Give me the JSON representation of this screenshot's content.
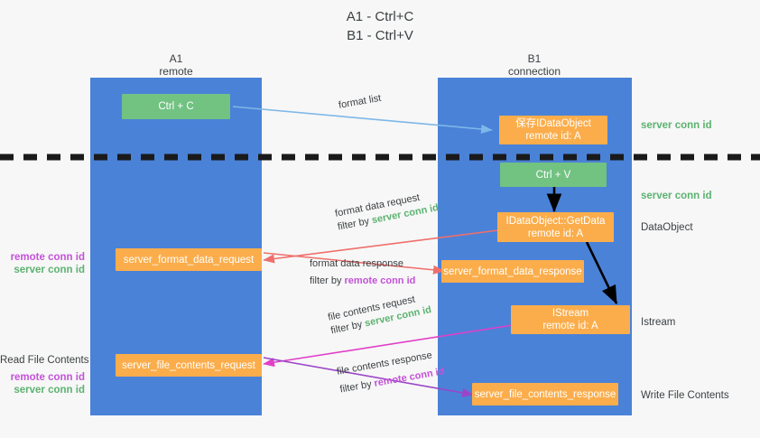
{
  "title": {
    "line1": "A1 - Ctrl+C",
    "line2": "B1 - Ctrl+V"
  },
  "lanes": [
    {
      "id": "a1",
      "name": "A1",
      "sub": "remote",
      "color": "#4a82d8"
    },
    {
      "id": "b1",
      "name": "B1",
      "sub": "connection",
      "color": "#4a82d8"
    }
  ],
  "nodes": {
    "ctrl_c": {
      "l1": "Ctrl + C",
      "l2": ""
    },
    "save_idata": {
      "l1": "保存IDataObject",
      "l2": "remote id: A"
    },
    "ctrl_v": {
      "l1": "Ctrl + V",
      "l2": ""
    },
    "getdata": {
      "l1": "IDataObject::GetData",
      "l2": "remote id: A"
    },
    "fmt_req": {
      "l1": "server_format_data_request",
      "l2": ""
    },
    "fmt_resp": {
      "l1": "server_format_data_response",
      "l2": ""
    },
    "istream": {
      "l1": "IStream",
      "l2": "remote id: A"
    },
    "file_req": {
      "l1": "server_file_contents_request",
      "l2": ""
    },
    "file_resp": {
      "l1": "server_file_contents_response",
      "l2": ""
    }
  },
  "edges": {
    "format_list": {
      "text": "format list"
    },
    "fmt_data_req": {
      "l1": "format data request",
      "pre": "filter by ",
      "conn": "server conn id"
    },
    "fmt_data_resp": {
      "l1": "format data response",
      "pre": "filter by ",
      "conn": "remote conn id"
    },
    "file_req_lbl": {
      "l1": "file contents request",
      "pre": "filter by ",
      "conn": "server conn id"
    },
    "file_resp_lbl": {
      "l1": "file contents response",
      "pre": "filter by ",
      "conn": "remote conn id"
    }
  },
  "right_labels": [
    {
      "id": "r1",
      "text": "server conn id",
      "kind": "green"
    },
    {
      "id": "r2",
      "text": "server conn id",
      "kind": "green"
    },
    {
      "id": "r3",
      "text": "DataObject",
      "kind": "plain"
    },
    {
      "id": "r4",
      "text": "Istream",
      "kind": "plain"
    },
    {
      "id": "r5",
      "text": "Write File Contents",
      "kind": "plain"
    }
  ],
  "left_labels": {
    "group1": {
      "remote": "remote conn id",
      "server": "server conn id"
    },
    "read_file": "Read File Contents",
    "group2": {
      "remote": "remote conn id",
      "server": "server conn id"
    }
  },
  "colors": {
    "lane": "#4a82d8",
    "orange": "#fbad4b",
    "green_node": "#72c282",
    "green_text": "#5cb270",
    "purple_text": "#c452d8",
    "arrow_blue": "#7eb7e8",
    "arrow_red": "#ef6f6b",
    "arrow_magenta": "#e040c8",
    "arrow_purple": "#9b46c9",
    "arrow_black": "#000000",
    "divider": "#1a1a1a",
    "background": "#f7f7f7"
  }
}
